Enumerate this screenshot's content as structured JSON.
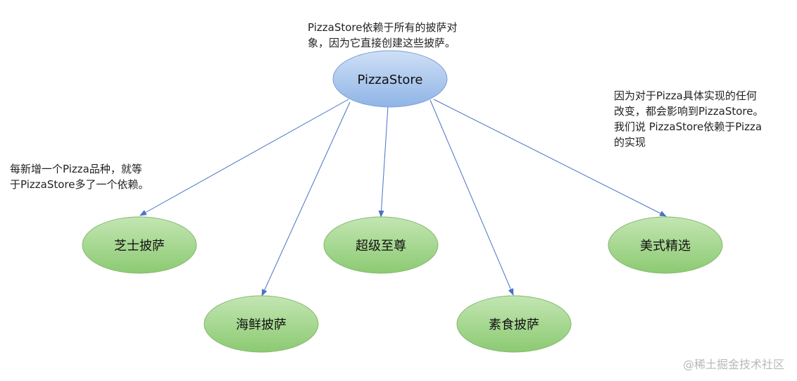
{
  "nodes": {
    "root": {
      "label": "PizzaStore",
      "color": "#a6c3ea"
    },
    "cheese": {
      "label": "芝士披萨",
      "color": "#9fd48a"
    },
    "seafood": {
      "label": "海鲜披萨",
      "color": "#9fd48a"
    },
    "supreme": {
      "label": "超级至尊",
      "color": "#9fd48a"
    },
    "veggie": {
      "label": "素食披萨",
      "color": "#9fd48a"
    },
    "american": {
      "label": "美式精选",
      "color": "#9fd48a"
    }
  },
  "edge_color": "#4a72c4",
  "notes": {
    "top": "PizzaStore依赖于所有的披萨对\n象，因为它直接创建这些披萨。",
    "left": "每新增一个Pizza品种，就等\n于PizzaStore多了一个依赖。",
    "right": "因为对于Pizza具体实现的任何\n改变，都会影响到PizzaStore。\n我们说 PizzaStore依赖于Pizza\n的实现"
  },
  "watermark": "@稀土掘金技术社区"
}
